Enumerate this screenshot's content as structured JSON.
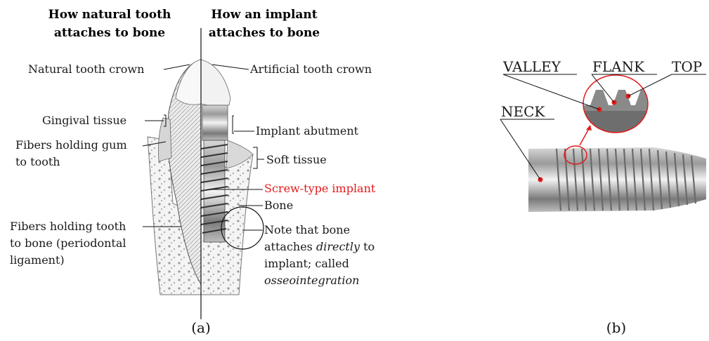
{
  "panel_a": {
    "heading_left": [
      "How natural tooth",
      "attaches to bone"
    ],
    "heading_right": [
      "How an implant",
      "attaches to bone"
    ],
    "labels_left": {
      "natural_crown": "Natural tooth crown",
      "gingival": "Gingival tissue",
      "fibers_gum": [
        "Fibers holding gum",
        "to tooth"
      ],
      "fibers_bone": [
        "Fibers holding tooth",
        "to bone (periodontal",
        "ligament)"
      ]
    },
    "labels_right": {
      "artificial_crown": "Artificial tooth crown",
      "abutment": "Implant abutment",
      "soft_tissue": "Soft tissue",
      "screw_implant": "Screw-type implant",
      "bone": "Bone",
      "note_line1": "Note that bone",
      "note_line2_pre": "attaches ",
      "note_line2_em": "directly",
      "note_line2_post": " to",
      "note_line3": "implant; called",
      "note_line4_em": "osseointegration"
    },
    "caption": "(a)"
  },
  "panel_b": {
    "labels": {
      "valley": "VALLEY",
      "flank": "FLANK",
      "top": "TOP",
      "neck": "NECK"
    },
    "caption": "(b)"
  },
  "colors": {
    "highlight_red": "#e31b1b",
    "ink": "#111111"
  }
}
